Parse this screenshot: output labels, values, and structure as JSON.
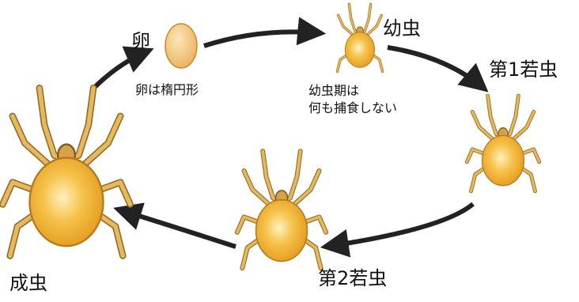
{
  "diagram": {
    "stages": {
      "egg": "卵",
      "larva": "幼虫",
      "nymph1": "第1若虫",
      "nymph2": "第2若虫",
      "adult": "成虫"
    },
    "notes": {
      "egg": "卵は楕円形",
      "larva_line1": "幼虫期は",
      "larva_line2": "何も捕食しない"
    },
    "colors": {
      "body": "#f2b53a",
      "body_highlight": "#fff1c0",
      "leg": "#e8b85a",
      "leg_stroke": "#8a6a2a",
      "egg": "#f3c77c",
      "arrow": "#222222"
    },
    "icons": [
      "egg-icon",
      "larva-mite-icon",
      "nymph1-mite-icon",
      "nymph2-mite-icon",
      "adult-mite-icon",
      "cycle-arrow"
    ]
  }
}
